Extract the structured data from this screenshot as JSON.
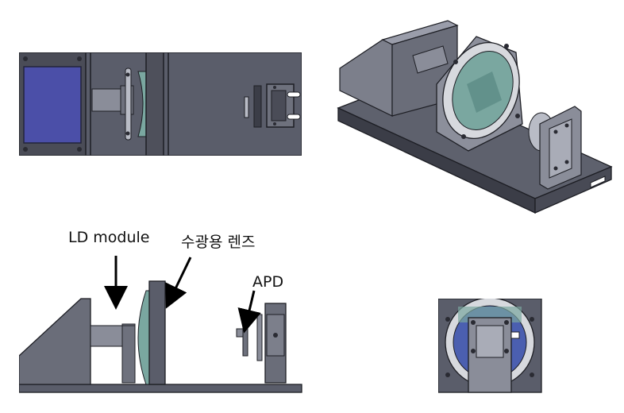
{
  "labels": {
    "ld_module": "LD module",
    "receiver_lens": "수광용 렌즈",
    "apd": "APD"
  },
  "colors": {
    "body": "#5a5d6a",
    "body_dark": "#3b3d47",
    "body_light": "#8a8d99",
    "ld_window": "#4b4fa8",
    "lens": "#7aa7a0",
    "outline": "#1d1e24"
  }
}
